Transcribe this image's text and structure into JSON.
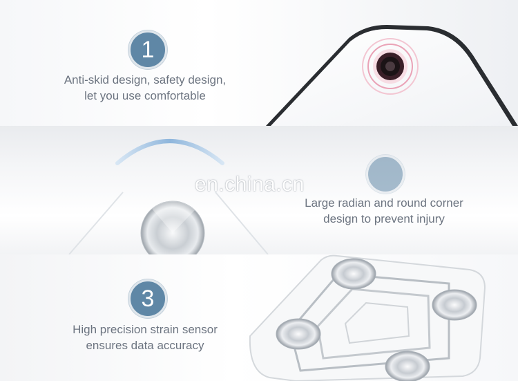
{
  "features": [
    {
      "number": "1",
      "line1": "Anti-skid design, safety design,",
      "line2": "let you use comfortable"
    },
    {
      "number": "",
      "line1": "Large radian and round corner",
      "line2": "design to prevent injury"
    },
    {
      "number": "3",
      "line1": "High precision strain sensor",
      "line2": "ensures data accuracy"
    }
  ],
  "watermark": "en.china.cn",
  "colors": {
    "badge": "#5f87a6",
    "caption": "#6c7480",
    "arc": "#8fb6dc"
  }
}
